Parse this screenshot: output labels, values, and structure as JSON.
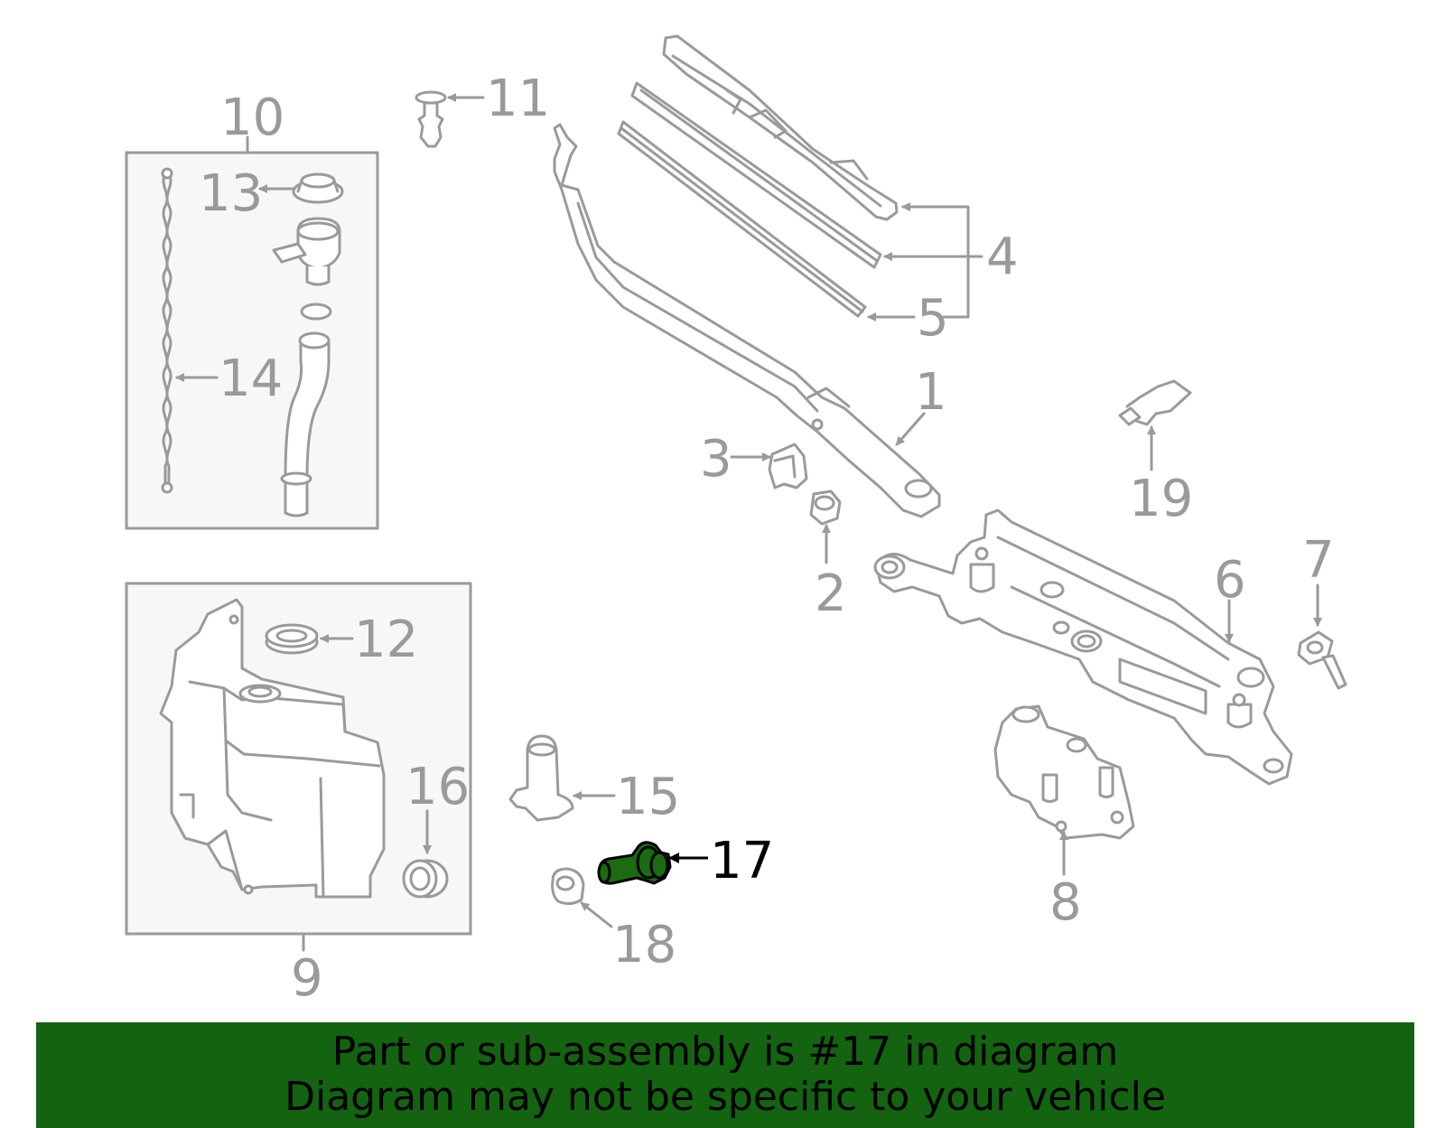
{
  "callouts": {
    "c1": "1",
    "c2": "2",
    "c3": "3",
    "c4": "4",
    "c5": "5",
    "c6": "6",
    "c7": "7",
    "c8": "8",
    "c9": "9",
    "c10": "10",
    "c11": "11",
    "c12": "12",
    "c13": "13",
    "c14": "14",
    "c15": "15",
    "c16": "16",
    "c17": "17",
    "c18": "18",
    "c19": "19"
  },
  "highlight": {
    "part": "17",
    "color": "#1a6b12"
  },
  "colors": {
    "line": "#9a9a9a",
    "banner": "#136310",
    "box_fill": "#f7f7f7"
  },
  "banner": {
    "line1": "Part or sub-assembly is #17 in diagram",
    "line2": "Diagram may not be specific to your vehicle"
  }
}
